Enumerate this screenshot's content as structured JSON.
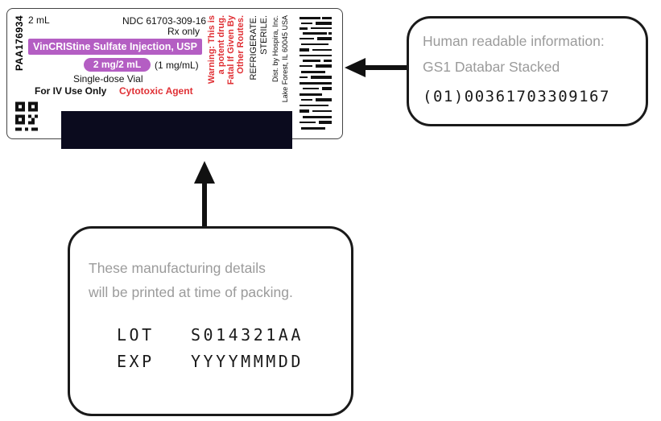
{
  "label": {
    "lot_code": "PAA176934",
    "volume": "2 mL",
    "ndc": "NDC 61703-309-16",
    "rx": "Rx only",
    "product_name": "VinCRIStine Sulfate Injection, USP",
    "strength": "2 mg/2 mL",
    "concentration": "(1 mg/mL)",
    "vial": "Single-dose Vial",
    "route": "For IV Use Only",
    "hazard": "Cytotoxic Agent",
    "warning_lines": [
      "Warning: This is",
      "a potent drug.",
      "Fatal If Given By",
      "Other Routes."
    ],
    "storage_lines": [
      "REFRIGERATE.",
      "STERILE.",
      "Dist. by Hospira, Inc.",
      "Lake Forest, IL 60045 USA"
    ],
    "colors": {
      "accent": "#b45ec3",
      "warning": "#e03035",
      "redaction": "#0b0b1e"
    }
  },
  "databar_callout": {
    "title": "Human readable information:",
    "subtitle": "GS1 Databar Stacked",
    "gtin": "(01)00361703309167"
  },
  "manufacturing_callout": {
    "line1": "These manufacturing details",
    "line2": "will be printed at time of packing.",
    "lot_label": "LOT",
    "lot_value": "S014321AA",
    "exp_label": "EXP",
    "exp_value": "YYYYMMMDD"
  },
  "icons": [
    "qr-code-icon",
    "barcode-icon",
    "arrow-left-icon",
    "arrow-up-icon"
  ]
}
